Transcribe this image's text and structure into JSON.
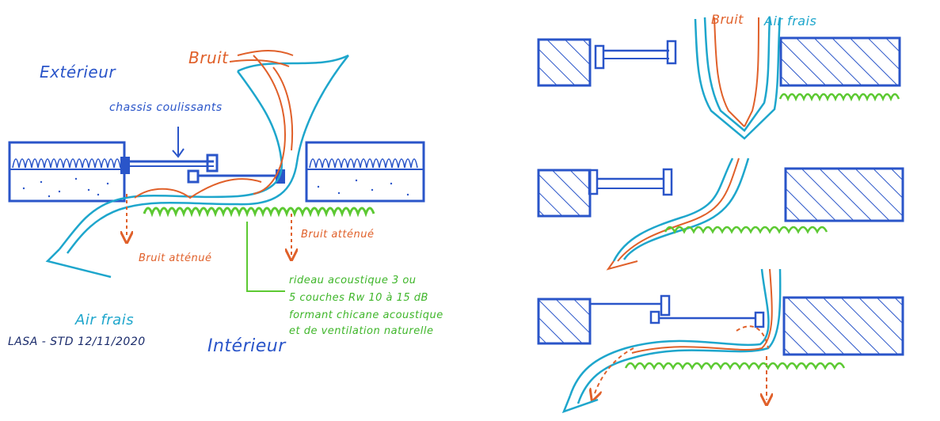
{
  "colors": {
    "wall": "#2a55c9",
    "air": "#1ea6cc",
    "noise": "#e0602a",
    "curtain": "#5cc932",
    "ink": "#1a2b6b"
  },
  "left": {
    "exterior_label": "Extérieur",
    "interior_label": "Intérieur",
    "noise_label": "Bruit",
    "frames_label": "chassis coulissants",
    "attenuated_noise_left": "Bruit atténué",
    "attenuated_noise_right": "Bruit atténué",
    "fresh_air_label": "Air frais",
    "curtain_note": [
      "rideau acoustique 3 ou",
      "5 couches Rw 10 à 15 dB",
      "formant chicane acoustique",
      "et de ventilation naturelle"
    ],
    "signature": "LASA - STD 12/11/2020"
  },
  "right": {
    "noise_label": "Bruit",
    "fresh_air_label": "Air frais"
  }
}
